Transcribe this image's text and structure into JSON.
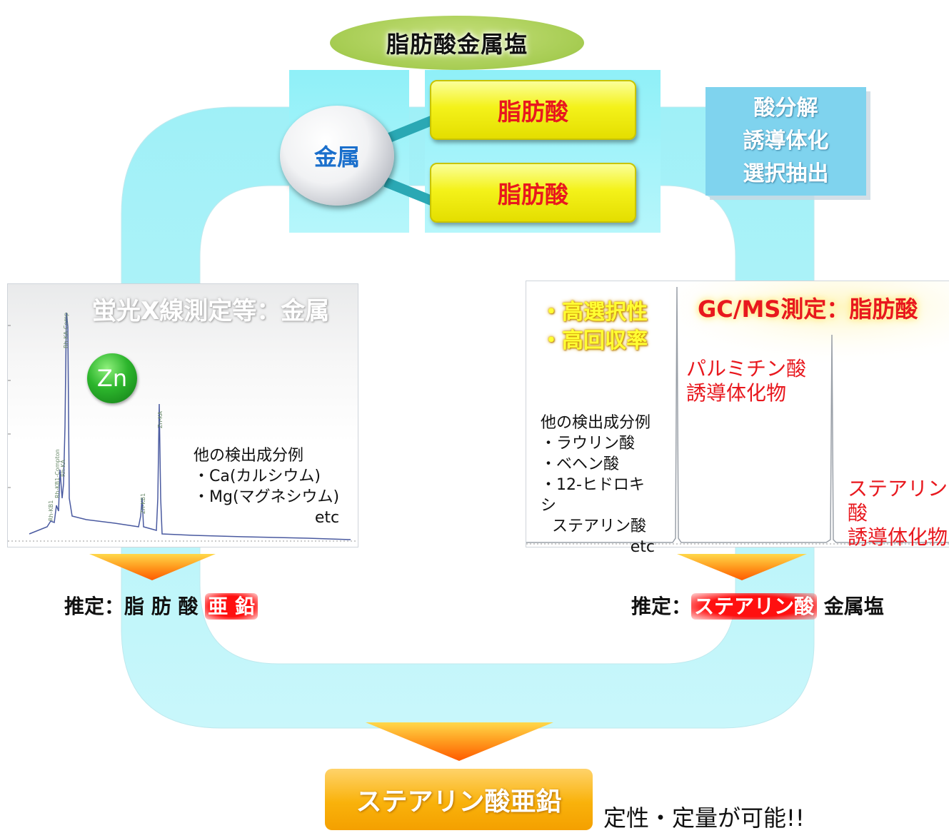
{
  "title": "脂肪酸金属塩",
  "metal_label": "金属",
  "fatty_acid_labels": [
    "脂肪酸",
    "脂肪酸"
  ],
  "method_box": {
    "lines": [
      "酸分解",
      "誘導体化",
      "選択抽出"
    ]
  },
  "left_spectrum": {
    "title": "蛍光X線測定等：金属",
    "element_badge": "Zn",
    "peak_labels": [
      "Rh-KB1",
      "Rh-KB1-Compton",
      "Rh-KA",
      "Rh-KA-Comp",
      "Zn-KB1",
      "Zn-KA"
    ],
    "note_lines": [
      "他の検出成分例",
      "・Ca(カルシウム)",
      "・Mg(マグネシウム)",
      "etc"
    ]
  },
  "right_spectrum": {
    "title": "GC/MS測定：脂肪酸",
    "features": [
      "・高選択性",
      "・高回収率"
    ],
    "peak1_label": [
      "パルミチン酸",
      "誘導体化物"
    ],
    "peak2_label": [
      "ステアリン酸",
      "誘導体化物"
    ],
    "note_lines": [
      "他の検出成分例",
      "・ラウリン酸",
      "・ベヘン酸",
      "・12-ヒドロキシ",
      "ステアリン酸",
      "etc"
    ]
  },
  "estimate_left": {
    "prefix": "推定：",
    "normal": "脂 肪 酸",
    "highlight": "亜 鉛"
  },
  "estimate_right": {
    "prefix": "推定：",
    "highlight": "ステアリン酸",
    "normal": "金属塩"
  },
  "result": "ステアリン酸亜鉛",
  "conclusion": "定性・定量が可能!!",
  "colors": {
    "loop": "#a8f2f8",
    "accent_red": "#e8181e",
    "fatty_acid_box": "#f4f21a",
    "result_box": "#f9b20b"
  }
}
